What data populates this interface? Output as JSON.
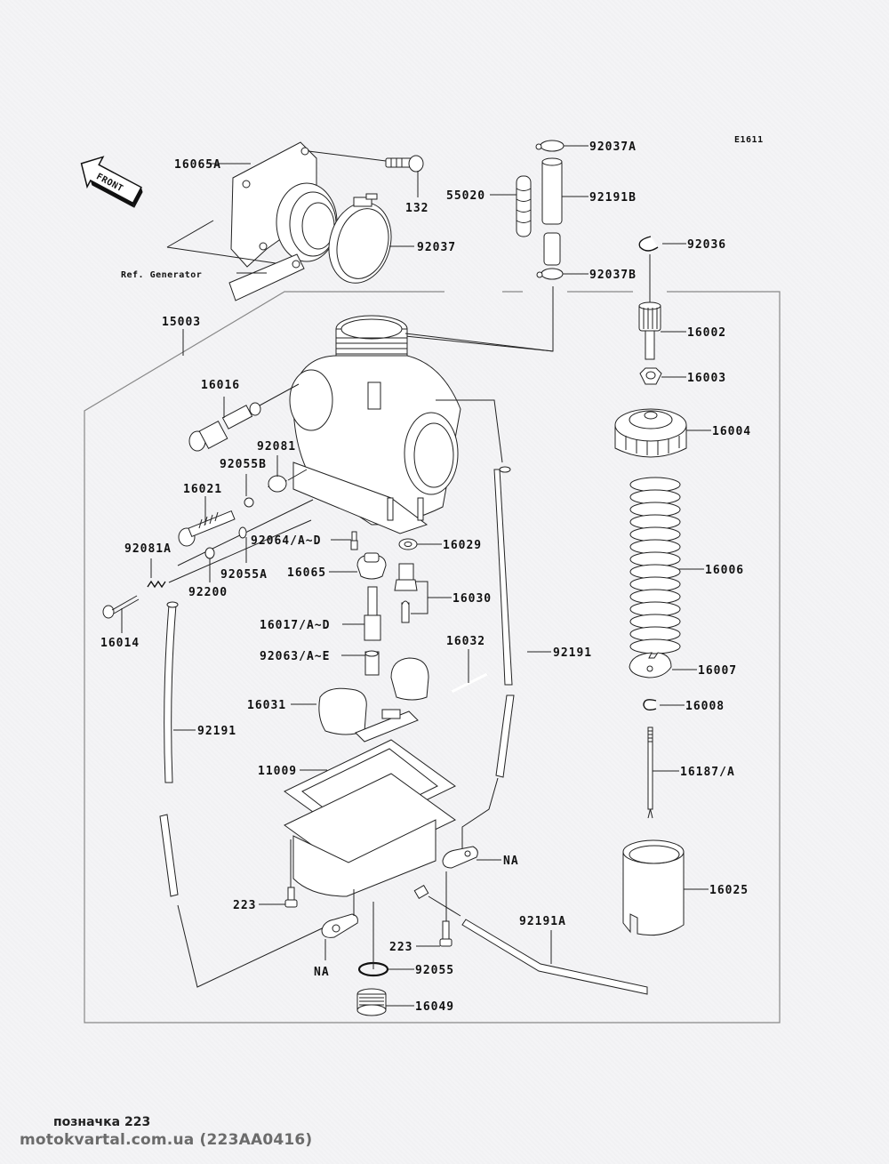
{
  "diagram": {
    "code": "E1611",
    "front_arrow_label": "FRONT",
    "ref_label": "Ref. Generator",
    "labels": {
      "p16065A": "16065A",
      "p132": "132",
      "p92037": "92037",
      "p92037A": "92037A",
      "p55020": "55020",
      "p92191B": "92191B",
      "p92036": "92036",
      "p92037B": "92037B",
      "p15003": "15003",
      "p16002": "16002",
      "p16003": "16003",
      "p16004": "16004",
      "p16016": "16016",
      "p92081": "92081",
      "p92055B": "92055B",
      "p16021": "16021",
      "p92064": "92064/A~D",
      "p16029": "16029",
      "p92081A": "92081A",
      "p92055A": "92055A",
      "p16065": "16065",
      "p16006": "16006",
      "p92200": "92200",
      "p16030": "16030",
      "p16014": "16014",
      "p16017": "16017/A~D",
      "p16032": "16032",
      "p92063": "92063/A~E",
      "p92191_right": "92191",
      "p16007": "16007",
      "p16031": "16031",
      "p16008": "16008",
      "p92191_left": "92191",
      "p11009": "11009",
      "p16187": "16187/A",
      "pNA_right": "NA",
      "p16025": "16025",
      "p223_left": "223",
      "p92191A": "92191A",
      "p223_mid": "223",
      "pNA_left": "NA",
      "p92055": "92055",
      "p16049": "16049"
    }
  },
  "footer": {
    "caption": "позначка 223",
    "watermark": "motokvartal.com.ua (223AA0416)"
  }
}
